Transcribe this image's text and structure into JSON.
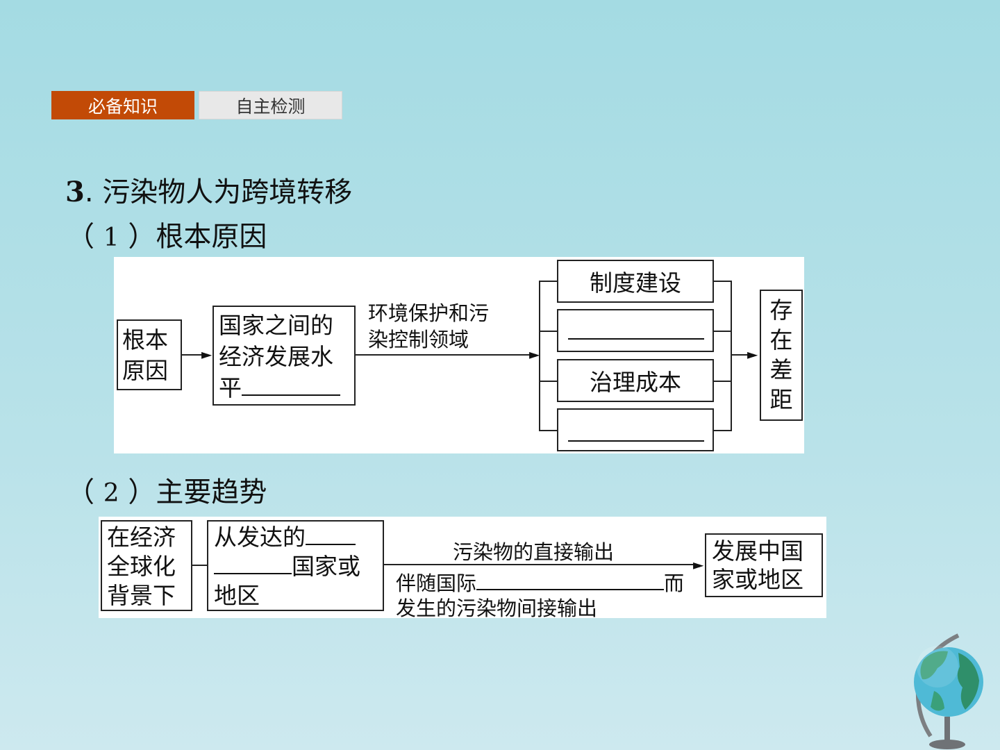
{
  "tabs": {
    "active_label": "必备知识",
    "inactive_label": "自主检测"
  },
  "section": {
    "number": "3",
    "title": "污染物人为跨境转移",
    "sub1_number": "1",
    "sub1_title": "根本原因",
    "sub2_number": "2",
    "sub2_title": "主要趋势"
  },
  "diagram1": {
    "root_label_line1": "根本",
    "root_label_line2": "原因",
    "middle_line1": "国家之间的",
    "middle_line2": "经济发展水",
    "middle_line3": "平",
    "arrow_line1": "环境保护和污",
    "arrow_line2": "染控制领域",
    "item1": "制度建设",
    "item3": "治理成本",
    "result_chars": [
      "存",
      "在",
      "差",
      "距"
    ]
  },
  "diagram2": {
    "context_line1": "在经济",
    "context_line2": "全球化",
    "context_line3": "背景下",
    "source_line1": "从发达的",
    "source_line2": "国家或",
    "source_line3": "地区",
    "arrow_top": "污染物的直接输出",
    "arrow_bottom_pre": "伴随国际",
    "arrow_bottom_post": "而",
    "arrow_bottom_line2": "发生的污染物间接输出",
    "target_line1": "发展中国",
    "target_line2": "家或地区"
  },
  "colors": {
    "accent": "#c24a06",
    "background": "#a4dbe3"
  }
}
